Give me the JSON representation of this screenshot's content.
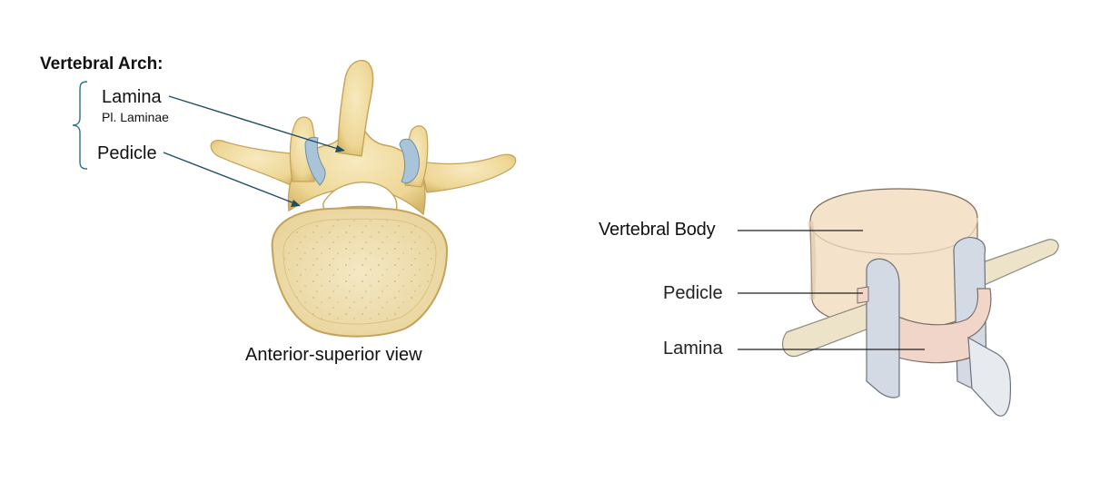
{
  "left_figure": {
    "heading": "Vertebral Arch:",
    "lamina_label": "Lamina",
    "lamina_plural": "Pl. Laminae",
    "pedicle_label": "Pedicle",
    "caption": "Anterior-superior view"
  },
  "right_figure": {
    "body_label": "Vertebral Body",
    "pedicle_label": "Pedicle",
    "lamina_label": "Lamina"
  },
  "colors": {
    "bone": "#f1dfa4",
    "bone_shadow": "#c9a960",
    "cartilage": "#a9c3d8",
    "pointer_line": "#1f4e63",
    "body_tan": "#f4e2cb",
    "lamina_pink": "#f0d5c8",
    "pedicle_grey": "#d3dae4",
    "process_tan": "#ece3c9"
  }
}
